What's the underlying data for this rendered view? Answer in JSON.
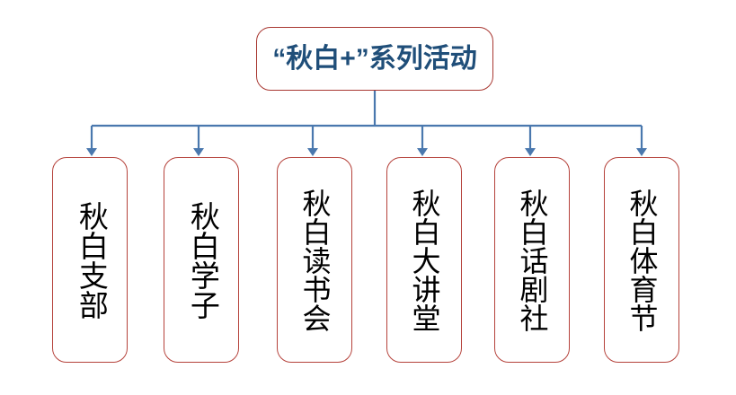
{
  "diagram": {
    "type": "org-chart",
    "orientation": "top-down",
    "root": {
      "label": "“秋白+”系列活动",
      "text_color": "#1F4E79",
      "border_color": "#A83731",
      "fill_color": "#FFFFFF"
    },
    "connector": {
      "color": "#4A78AE",
      "arrow_direction": "down",
      "style": "elbow"
    },
    "children": [
      {
        "label": "秋白支部",
        "chars": [
          "秋",
          "白",
          "支",
          "部"
        ],
        "char_count": 4,
        "border_color": "#B5423B",
        "text_color": "#000000"
      },
      {
        "label": "秋白学子",
        "chars": [
          "秋",
          "白",
          "学",
          "子"
        ],
        "char_count": 4,
        "border_color": "#B5423B",
        "text_color": "#000000"
      },
      {
        "label": "秋白读书会",
        "chars": [
          "秋",
          "白",
          "读",
          "书",
          "会"
        ],
        "char_count": 5,
        "border_color": "#B5423B",
        "text_color": "#000000"
      },
      {
        "label": "秋白大讲堂",
        "chars": [
          "秋",
          "白",
          "大",
          "讲",
          "堂"
        ],
        "char_count": 5,
        "border_color": "#B5423B",
        "text_color": "#000000"
      },
      {
        "label": "秋白话剧社",
        "chars": [
          "秋",
          "白",
          "话",
          "剧",
          "社"
        ],
        "char_count": 5,
        "border_color": "#B5423B",
        "text_color": "#000000"
      },
      {
        "label": "秋白体育节",
        "chars": [
          "秋",
          "白",
          "体",
          "育",
          "节"
        ],
        "char_count": 5,
        "border_color": "#B5423B",
        "text_color": "#000000"
      }
    ]
  }
}
